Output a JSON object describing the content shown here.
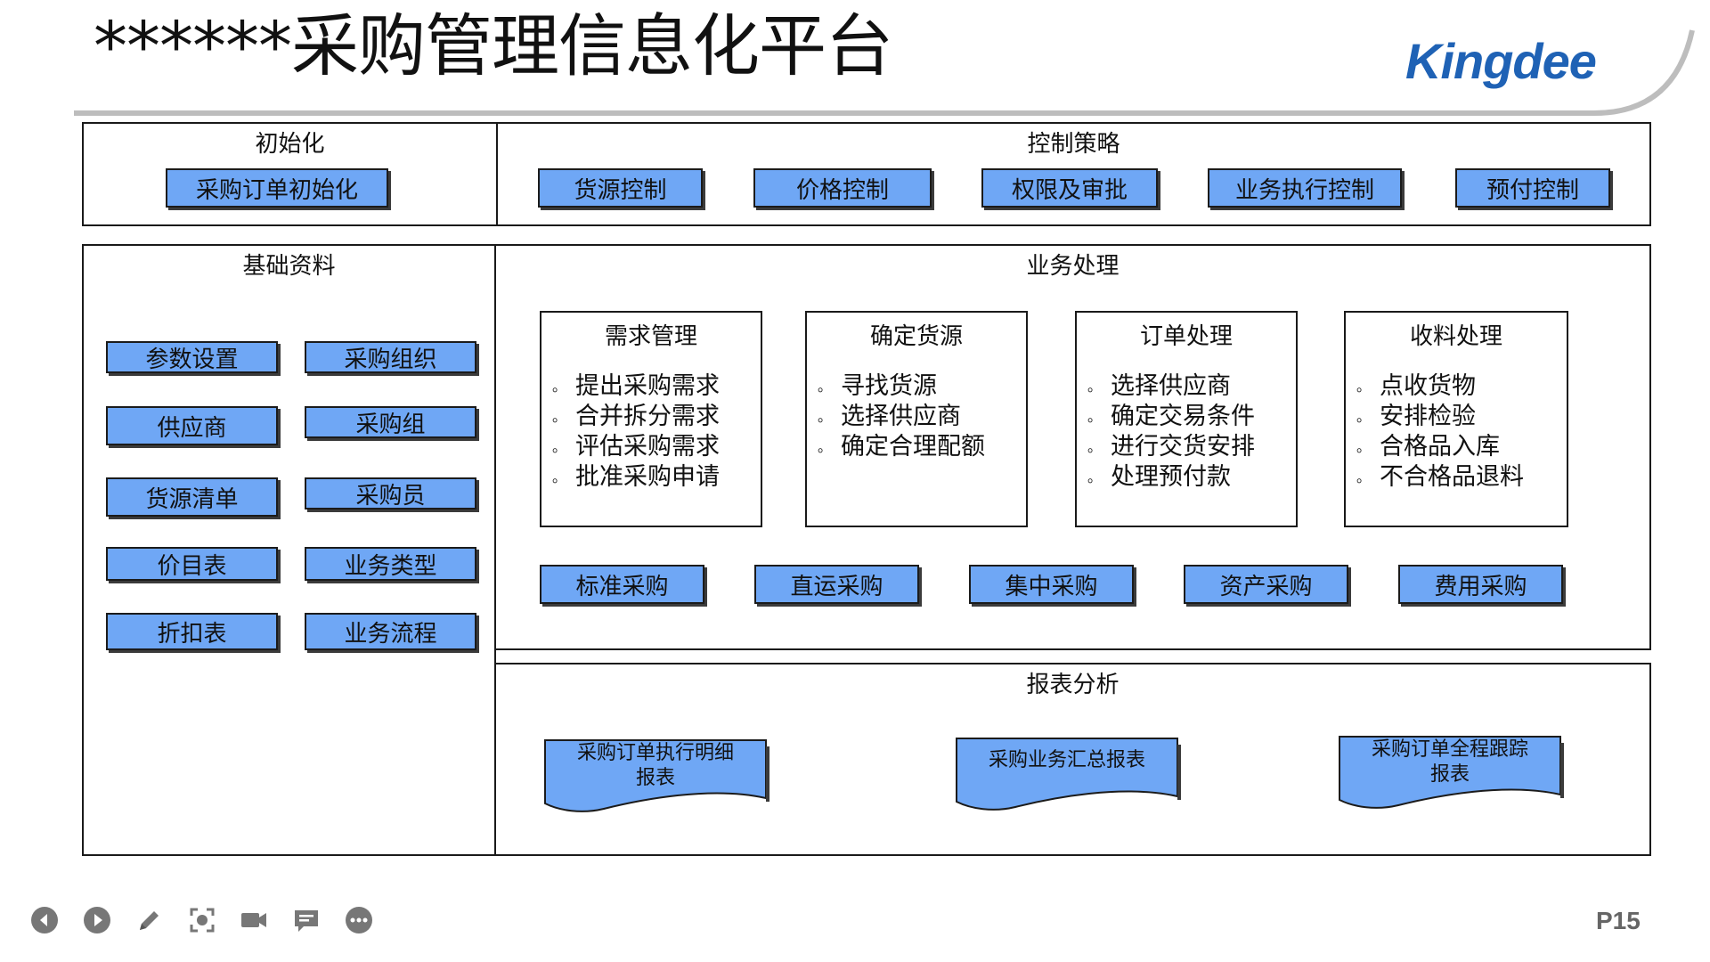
{
  "header": {
    "title": "******采购管理信息化平台",
    "logo": "Kingdee"
  },
  "init": {
    "title": "初始化",
    "button": "采购订单初始化"
  },
  "control": {
    "title": "控制策略",
    "buttons": [
      "货源控制",
      "价格控制",
      "权限及审批",
      "业务执行控制",
      "预付控制"
    ]
  },
  "base": {
    "title": "基础资料",
    "buttons": [
      "参数设置",
      "采购组织",
      "供应商",
      "采购组",
      "货源清单",
      "采购员",
      "价目表",
      "业务类型",
      "折扣表",
      "业务流程"
    ]
  },
  "business": {
    "title": "业务处理",
    "groups": [
      {
        "title": "需求管理",
        "items": [
          "提出采购需求",
          "合并拆分需求",
          "评估采购需求",
          "批准采购申请"
        ]
      },
      {
        "title": "确定货源",
        "items": [
          "寻找货源",
          "选择供应商",
          "确定合理配额"
        ]
      },
      {
        "title": "订单处理",
        "items": [
          "选择供应商",
          "确定交易条件",
          "进行交货安排",
          "处理预付款"
        ]
      },
      {
        "title": "收料处理",
        "items": [
          "点收货物",
          "安排检验",
          "合格品入库",
          "不合格品退料"
        ]
      }
    ],
    "types": [
      "标准采购",
      "直运采购",
      "集中采购",
      "资产采购",
      "费用采购"
    ]
  },
  "reports": {
    "title": "报表分析",
    "items": [
      {
        "line1": "采购订单执行明细",
        "line2": "报表"
      },
      {
        "line1": "采购业务汇总报表",
        "line2": ""
      },
      {
        "line1": "采购订单全程跟踪",
        "line2": "报表"
      }
    ]
  },
  "toolbar": {
    "icons": [
      "previous-icon",
      "play-icon",
      "pen-icon",
      "focus-icon",
      "camera-icon",
      "comment-icon",
      "more-icon"
    ]
  },
  "page": {
    "number": "P15"
  },
  "colors": {
    "button_fill": "#6fa7f5",
    "logo": "#1f62b5",
    "divider": "#bdbdbd",
    "toolbar_icon": "#777777"
  }
}
